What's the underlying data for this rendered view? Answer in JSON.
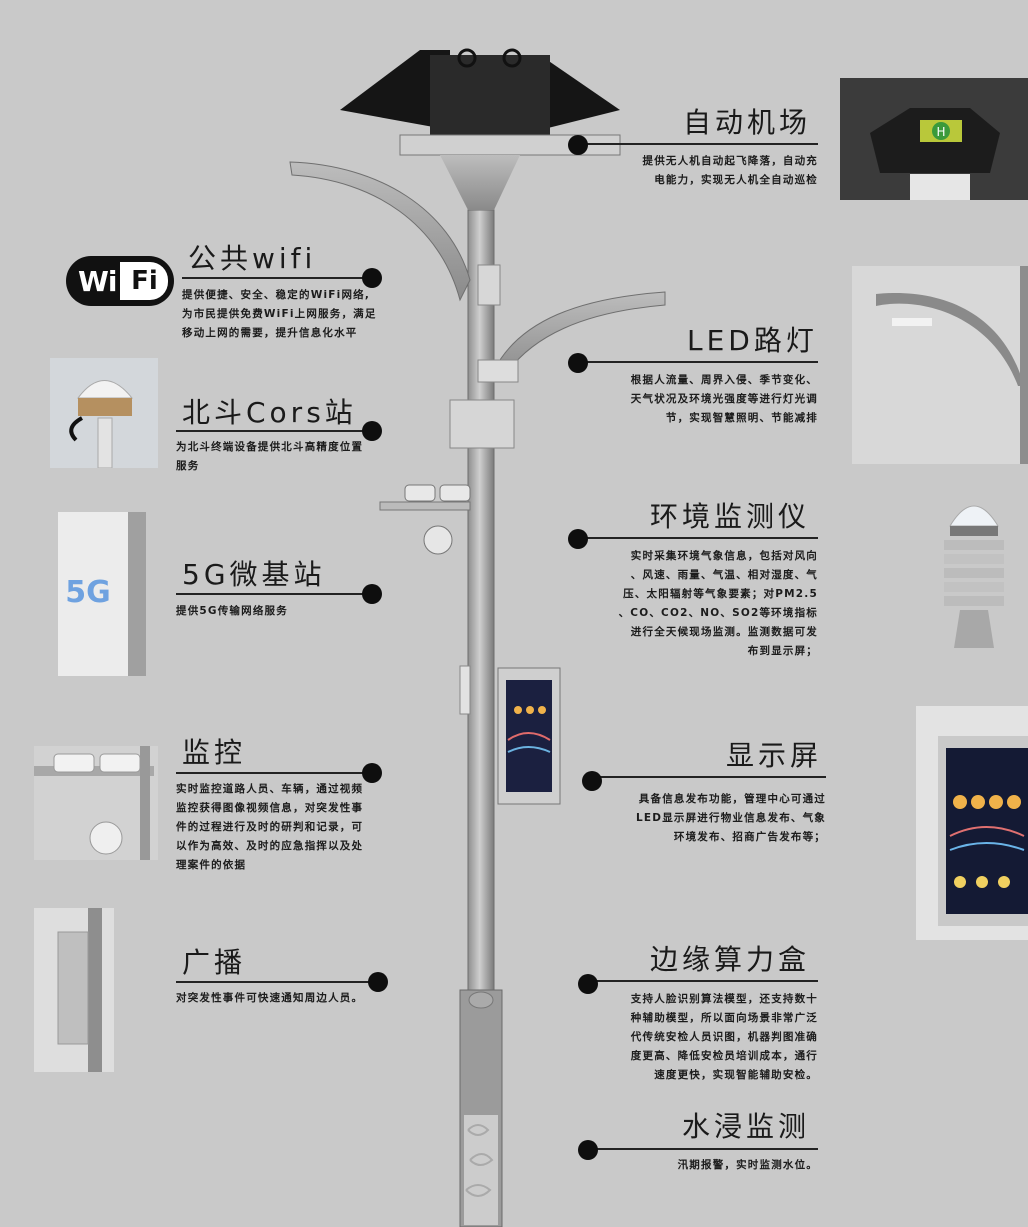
{
  "features": {
    "airport": {
      "title": "自动机场",
      "desc_lines": [
        "提供无人机自动起飞降落，自动充",
        "电能力，实现无人机全自动巡检"
      ]
    },
    "wifi": {
      "title": "公共wifi",
      "desc_lines": [
        "提供便捷、安全、稳定的WiFi网络,",
        "为市民提供免费WiFi上网服务，满足",
        "移动上网的需要，提升信息化水平"
      ]
    },
    "led": {
      "title": "LED路灯",
      "desc_lines": [
        "根据人流量、周界入侵、季节变化、",
        "天气状况及环境光强度等进行灯光调",
        "节，实现智慧照明、节能减排"
      ]
    },
    "beidou": {
      "title": "北斗Cors站",
      "desc_lines": [
        "为北斗终端设备提供北斗高精度位置",
        "服务"
      ]
    },
    "env": {
      "title": "环境监测仪",
      "desc_lines": [
        "实时采集环境气象信息，包括对风向",
        "、风速、雨量、气温、相对湿度、气",
        "压、太阳辐射等气象要素；对PM2.5",
        "、CO、CO2、NO、SO2等环境指标",
        "进行全天候现场监测。监测数据可发",
        "布到显示屏；"
      ]
    },
    "fiveg": {
      "title": "5G微基站",
      "desc_lines": [
        "提供5G传输网络服务"
      ]
    },
    "display": {
      "title": "显示屏",
      "desc_lines": [
        "具备信息发布功能，管理中心可通过",
        "LED显示屏进行物业信息发布、气象",
        "环境发布、招商广告发布等；"
      ]
    },
    "monitor": {
      "title": "监控",
      "desc_lines": [
        "实时监控道路人员、车辆，通过视频",
        "监控获得图像视频信息，对突发性事",
        "件的过程进行及时的研判和记录，可",
        "以作为高效、及时的应急指挥以及处",
        "理案件的依据"
      ]
    },
    "broadcast": {
      "title": "广播",
      "desc_lines": [
        "对突发性事件可快速通知周边人员。"
      ]
    },
    "edge": {
      "title": "边缘算力盒",
      "desc_lines": [
        "支持人脸识别算法模型，还支持数十",
        "种辅助模型，所以面向场景非常广泛",
        "代传统安检人员识图，机器判图准确",
        "度更高、降低安检员培训成本，通行",
        "速度更快，实现智能辅助安检。"
      ]
    },
    "flood": {
      "title": "水浸监测",
      "desc_lines": [
        "汛期报警，实时监测水位。"
      ]
    }
  },
  "logos": {
    "wifi_wi": "Wi",
    "wifi_fi": "Fi",
    "fiveg_badge": "5G",
    "helipad_letter": "H"
  }
}
